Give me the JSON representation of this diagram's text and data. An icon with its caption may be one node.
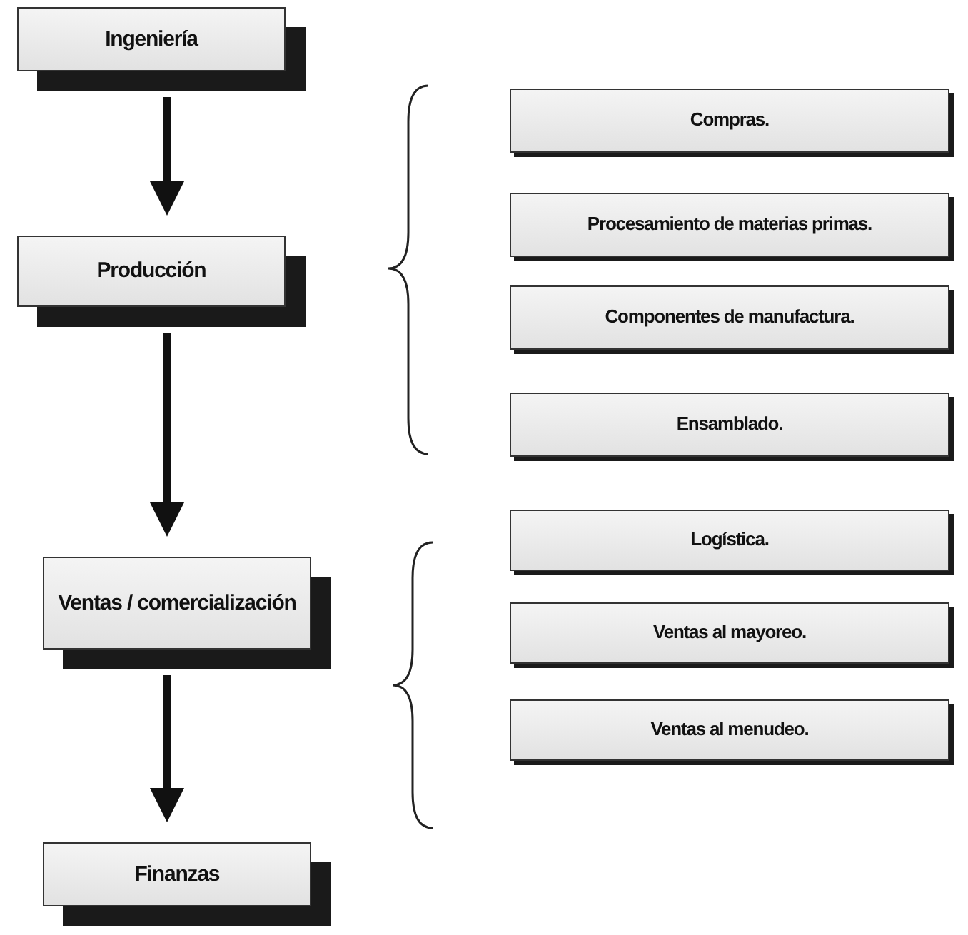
{
  "diagram": {
    "nodes": [
      {
        "text": [
          "Ingeniería"
        ]
      },
      {
        "text": [
          "Producción"
        ]
      },
      {
        "text": [
          "Ventas / comercialización"
        ]
      },
      {
        "text": [
          "Finanzas"
        ]
      },
      {
        "text": [
          "Compras."
        ]
      },
      {
        "text": [
          "Procesamiento de materias primas."
        ]
      },
      {
        "text": [
          "Componentes de manufactura."
        ]
      },
      {
        "text": [
          "Ensamblado."
        ]
      },
      {
        "text": [
          "Logística."
        ]
      },
      {
        "text": [
          "Ventas al mayoreo."
        ]
      },
      {
        "text": [
          "Ventas al menudeo."
        ]
      }
    ],
    "edges": [
      {
        "from": 0,
        "to": 1,
        "arrow": "to"
      },
      {
        "from": 1,
        "to": 2,
        "arrow": "to"
      },
      {
        "from": 2,
        "to": 3,
        "arrow": "to"
      }
    ]
  }
}
